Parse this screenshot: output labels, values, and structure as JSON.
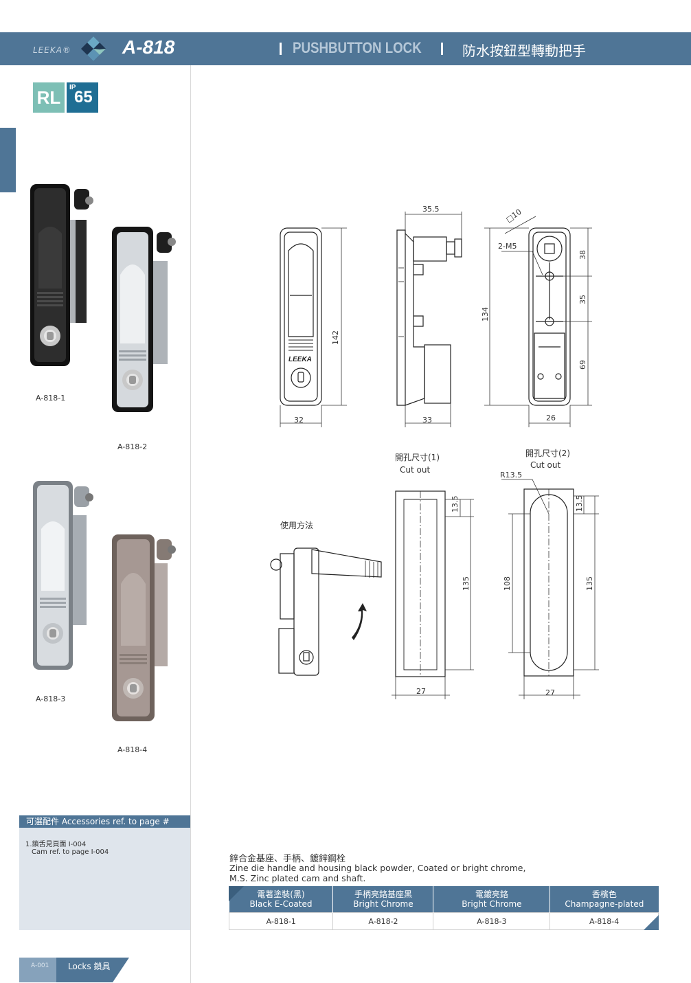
{
  "header": {
    "brand": "LEEKA®",
    "model": "A-818",
    "title_en": "PUSHBUTTON LOCK",
    "title_zh": "防水按鈕型轉動把手"
  },
  "badges": {
    "rl": "RL",
    "ip_prefix": "IP",
    "ip_rating": "65"
  },
  "products": [
    "A-818-1",
    "A-818-2",
    "A-818-3",
    "A-818-4"
  ],
  "drawing": {
    "front": {
      "height": "142",
      "width": "32"
    },
    "side": {
      "depth": "35.5",
      "base": "33"
    },
    "back": {
      "square": "□10",
      "thread": "2-M5",
      "total": "134",
      "seg1": "38",
      "seg2": "35",
      "seg3": "69",
      "width": "26"
    },
    "usage_label": "使用方法",
    "cutout1": {
      "title_zh": "開孔尺寸(1)",
      "title_en": "Cut out",
      "top": "13.5",
      "height": "135",
      "width": "27"
    },
    "cutout2": {
      "title_zh": "開孔尺寸(2)",
      "title_en": "Cut out",
      "radius": "R13.5",
      "top": "13.5",
      "inner": "108",
      "height": "135",
      "width": "27"
    },
    "logo_text": "LEEKA"
  },
  "accessories": {
    "heading": "可選配件 Accessories ref. to page #",
    "line1": "1.鎖舌見頁面 I-004",
    "line2": "Cam ref. to page I-004"
  },
  "description": {
    "zh": "鋅合金基座、手柄、鍍鋅鋼栓",
    "en1": "Zine die handle and housing black powder, Coated or bright chrome,",
    "en2": "M.S. Zinc plated cam and shaft."
  },
  "table": {
    "headers": [
      {
        "zh": "電著塗裝(黑)",
        "en": "Black E-Coated"
      },
      {
        "zh": "手柄亮鉻基座黑",
        "en": "Bright Chrome"
      },
      {
        "zh": "電鍍亮鉻",
        "en": "Bright Chrome"
      },
      {
        "zh": "香檳色",
        "en": "Champagne-plated"
      }
    ],
    "row": [
      "A-818-1",
      "A-818-2",
      "A-818-3",
      "A-818-4"
    ]
  },
  "footer": {
    "page": "A-001",
    "section": "Locks 鎖具"
  },
  "colors": {
    "accent": "#4f7596",
    "teal": "#7dbfb5",
    "ip_blue": "#1f6e94",
    "panel": "#dfe5ec"
  }
}
